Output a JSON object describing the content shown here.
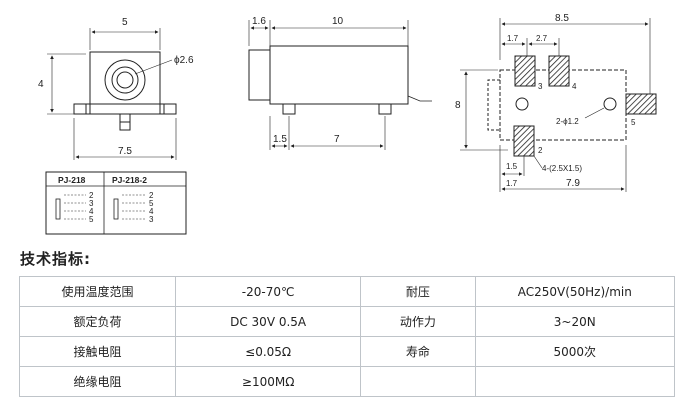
{
  "drawing": {
    "front_view": {
      "width_top": "5",
      "height": "4",
      "hole_dia": "ϕ2.6",
      "base_width": "7.5"
    },
    "side_view": {
      "flange": "1.6",
      "length": "10",
      "pin_offset": "1.5",
      "pin_spacing": "7"
    },
    "pcb_view": {
      "overall": "8.5",
      "pad_pitch1": "1.7",
      "pad_pitch2": "2.7",
      "height": "8",
      "pin3": "3",
      "pin4": "4",
      "pin5": "5",
      "pin2": "2",
      "holes": "2-ϕ1.2",
      "slots": "4-(2.5X1.5)",
      "bottom_a": "1.5",
      "bottom_b": "1.7",
      "bottom_c": "7.9"
    },
    "schematic": {
      "model1": "PJ-218",
      "model2": "PJ-218-2",
      "pins1": [
        "2",
        "3",
        "4",
        "5"
      ],
      "pins2": [
        "2",
        "5",
        "4",
        "3"
      ]
    }
  },
  "specs": {
    "heading": "技术指标:",
    "rows": [
      [
        "使用温度范围",
        "-20-70℃",
        "耐压",
        "AC250V(50Hz)/min"
      ],
      [
        "额定负荷",
        "DC 30V 0.5A",
        "动作力",
        "3~20N"
      ],
      [
        "接触电阻",
        "≤0.05Ω",
        "寿命",
        "5000次"
      ],
      [
        "绝缘电阻",
        "≥100MΩ",
        "",
        ""
      ]
    ]
  }
}
